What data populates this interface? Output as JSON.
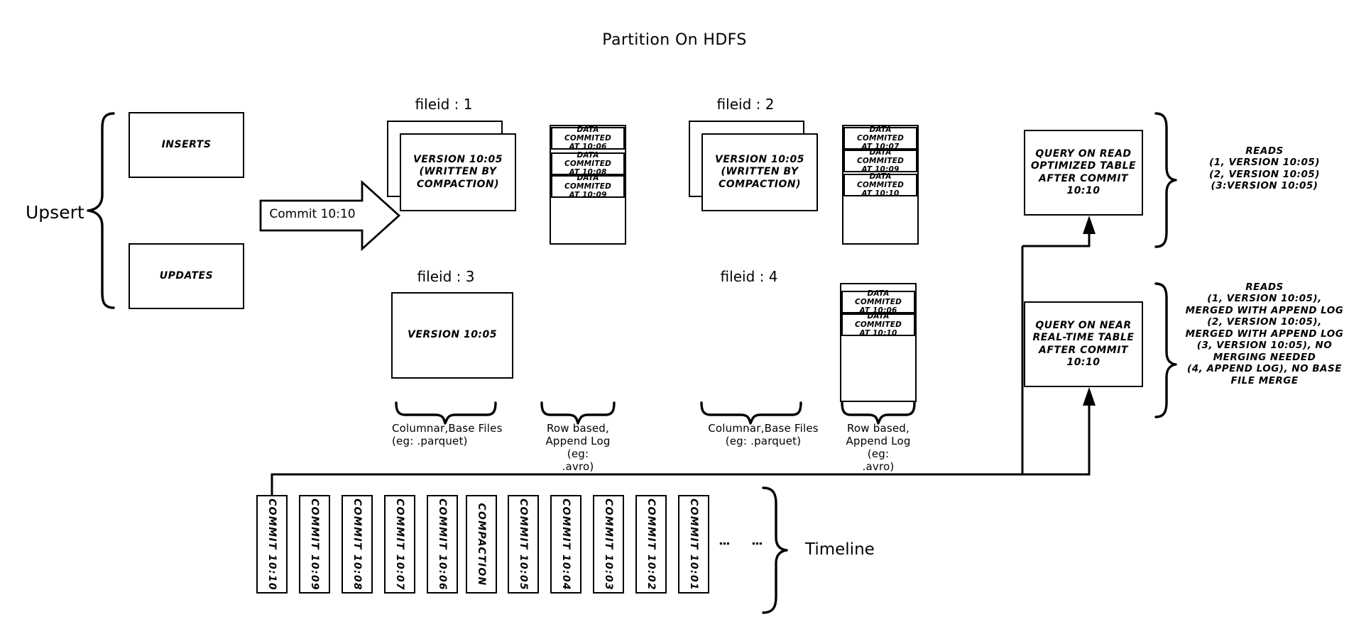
{
  "title": "Partition On HDFS",
  "upsert": {
    "label": "Upsert",
    "inserts": "INSERTS",
    "updates": "UPDATES",
    "commit_arrow": "Commit 10:10"
  },
  "file_groups": [
    {
      "fileid_label": "fileid : 1",
      "base_file_text": "VERSION 10:05\n(WRITTEN BY\nCOMPACTION)",
      "base_file_line1": "VERSION 10:05",
      "base_file_line2": "(WRITTEN BY",
      "base_file_line3": "COMPACTION)",
      "log_entries": [
        "DATA COMMITED\nAT 10:06",
        "DATA COMMITED\nAT 10:08",
        "DATA COMMITED\nAT 10:09"
      ]
    },
    {
      "fileid_label": "fileid : 2",
      "base_file_line1": "VERSION 10:05",
      "base_file_line2": "(WRITTEN BY",
      "base_file_line3": "COMPACTION)",
      "log_entries": [
        "DATA COMMITED\nAT 10:07",
        "DATA COMMITED\nAT 10:09",
        "DATA COMMITED\nAT 10:10"
      ]
    },
    {
      "fileid_label": "fileid : 3",
      "base_file_line1": "VERSION 10:05",
      "log_entries": []
    },
    {
      "fileid_label": "fileid : 4",
      "log_entries": [
        "DATA COMMITED\nAT 10:06",
        "DATA COMMITED\nAT 10:10"
      ]
    }
  ],
  "captions": {
    "columnar_line1": "Columnar,Base Files",
    "columnar_line2": "(eg: .parquet)",
    "rowbased_line1": "Row based,",
    "rowbased_line2": "Append Log  (eg:",
    "rowbased_line3": ".avro)"
  },
  "queries": [
    {
      "box_line1": "QUERY ON READ",
      "box_line2": "OPTIMIZED TABLE",
      "box_line3": "AFTER COMMIT",
      "box_line4": "10:10",
      "reads_title": "READS",
      "reads_lines": [
        "(1, VERSION 10:05)",
        "(2, VERSION 10:05)",
        "(3:VERSION 10:05)"
      ]
    },
    {
      "box_line1": "QUERY ON NEAR",
      "box_line2": "REAL-TIME TABLE",
      "box_line3": "AFTER COMMIT",
      "box_line4": "10:10",
      "reads_title": "READS",
      "reads_lines": [
        "(1, VERSION 10:05),",
        "MERGED WITH APPEND LOG",
        "(2, VERSION 10:05),",
        "MERGED WITH APPEND LOG",
        "(3, VERSION 10:05), NO",
        "MERGING NEEDED",
        "(4, APPEND LOG), NO BASE",
        "FILE MERGE"
      ]
    }
  ],
  "timeline": {
    "label": "Timeline",
    "ellipsis": "⋮",
    "chips": [
      "COMMIT  10:10",
      "COMMIT  10:09",
      "COMMIT  10:08",
      "COMMIT  10:07",
      "COMMIT  10:06",
      "COMPACTION",
      "COMMIT  10:05",
      "COMMIT  10:04",
      "COMMIT  10:03",
      "COMMIT  10:02",
      "COMMIT  10:01"
    ]
  },
  "colors": {
    "stroke": "#000000",
    "background": "#ffffff"
  }
}
